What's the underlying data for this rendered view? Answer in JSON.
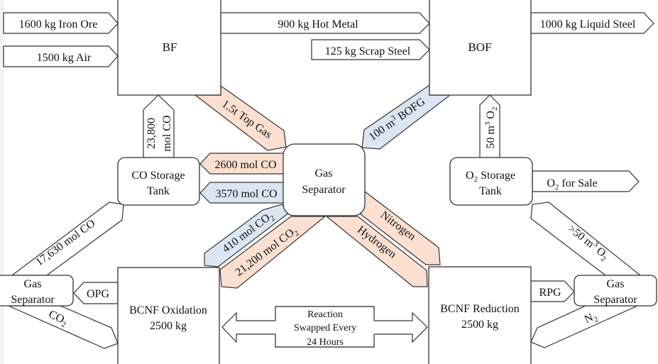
{
  "colors": {
    "orange_flow": "#fbe0d2",
    "blue_flow": "#dce6f2",
    "plain_flow": "#ffffff",
    "stroke": "#333333"
  },
  "nodes": {
    "bf": {
      "label": "BF"
    },
    "bof": {
      "label": "BOF"
    },
    "gas_separator_center": {
      "line1": "Gas",
      "line2": "Separator"
    },
    "co_storage_tank": {
      "line1": "CO Storage",
      "line2": "Tank"
    },
    "o2_storage_tank": {
      "line1_prefix": "O",
      "line1_sub": "2",
      "line1_suffix": " Storage",
      "line2": "Tank"
    },
    "bcnf_oxidation": {
      "line1": "BCNF Oxidation",
      "line2": "2500 kg"
    },
    "bcnf_reduction": {
      "line1": "BCNF Reduction",
      "line2": "2500 kg"
    },
    "gas_separator_left": {
      "line1": "Gas",
      "line2": "Separator"
    },
    "gas_separator_right": {
      "line1": "Gas",
      "line2": "Separator"
    },
    "reaction_swap": {
      "line1": "Reaction",
      "line2": "Swapped Every",
      "line3": "24 Hours"
    }
  },
  "flows": {
    "iron_ore": {
      "label": "1600 kg Iron Ore",
      "color": "plain"
    },
    "air": {
      "label": "1500 kg Air",
      "color": "plain"
    },
    "hot_metal": {
      "label": "900 kg Hot Metal",
      "color": "plain"
    },
    "scrap_steel": {
      "label": "125 kg Scrap Steel",
      "color": "plain"
    },
    "liquid_steel": {
      "label": "1000 kg Liquid Steel",
      "color": "plain"
    },
    "co_to_bf": {
      "line1": "23,800",
      "line2": "mol CO",
      "color": "plain"
    },
    "top_gas": {
      "label": "1.5t Top Gas",
      "color": "orange"
    },
    "bofg": {
      "prefix": "100 m",
      "sup": "3",
      "suffix": " BOFG",
      "color": "blue"
    },
    "o2_to_bof": {
      "prefix": "50 m",
      "sup": "3",
      "mid": " O",
      "sub": "2",
      "color": "plain"
    },
    "co_2600": {
      "label": "2600 mol CO",
      "color": "orange"
    },
    "co_3570": {
      "label": "3570 mol CO",
      "color": "blue"
    },
    "o2_for_sale": {
      "prefix": "O",
      "sub": "2",
      "suffix": " for Sale",
      "color": "plain"
    },
    "co_17630": {
      "label": "17,630 mol CO",
      "color": "plain"
    },
    "co2_410": {
      "prefix": "410 mol CO",
      "sub": "2",
      "color": "blue"
    },
    "co2_21200": {
      "prefix": "21,200 mol CO",
      "sub": "2",
      "color": "orange"
    },
    "nitrogen": {
      "label": "Nitrogen",
      "color": "orange"
    },
    "hydrogen": {
      "label": "Hydrogen",
      "color": "orange"
    },
    "o2_50_plus": {
      "prefix": ">50 m",
      "sup": "3",
      "mid": " O",
      "sub": "2",
      "color": "plain"
    },
    "opg": {
      "label": "OPG",
      "color": "plain"
    },
    "rpg": {
      "label": "RPG",
      "color": "plain"
    },
    "co2_left": {
      "prefix": "CO",
      "sub": "2",
      "color": "plain"
    },
    "n2_right": {
      "prefix": "N",
      "sub": "2",
      "color": "plain"
    }
  }
}
